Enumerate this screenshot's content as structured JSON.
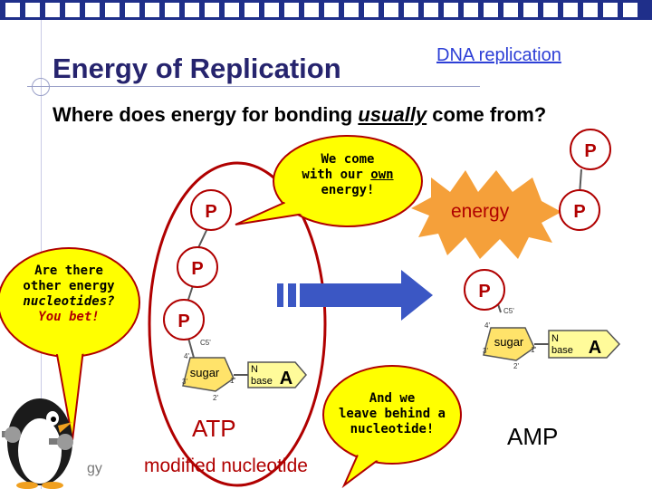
{
  "slide": {
    "title": "Energy of Replication",
    "link": "DNA replication",
    "question_prefix": "Where does energy for bonding ",
    "question_emph": "usually",
    "question_suffix": " come from?"
  },
  "bubbles": {
    "own_energy": [
      "We come",
      "with our own",
      "energy!"
    ],
    "other_nucleotides": [
      "Are there",
      "other energy",
      "nucleotides?",
      "You bet!"
    ],
    "leave_behind": [
      "And we",
      "leave behind a",
      "nucleotide!"
    ]
  },
  "labels": {
    "phosphate": "P",
    "energy": "energy",
    "sugar": "sugar",
    "n_base_line1": "N",
    "n_base_line2": "base",
    "base_letter": "A",
    "atp": "ATP",
    "amp": "AMP",
    "modified": "modified nucleotide",
    "footer_fragment": "gy",
    "c5": "C5'",
    "c4": "4'",
    "c3": "3'",
    "c2": "2'",
    "c1": "1'"
  },
  "colors": {
    "accent_red": "#b00000",
    "title_navy": "#26246e",
    "bubble_yellow": "#ffff00",
    "burst_orange": "#f5a03a",
    "arrow_blue": "#3b57c4",
    "base_yellow": "#fffb9a",
    "sugar_yellow": "#ffe36a"
  },
  "icons": {
    "mascot": "penguin-icon",
    "arrow": "right-arrow-icon"
  }
}
